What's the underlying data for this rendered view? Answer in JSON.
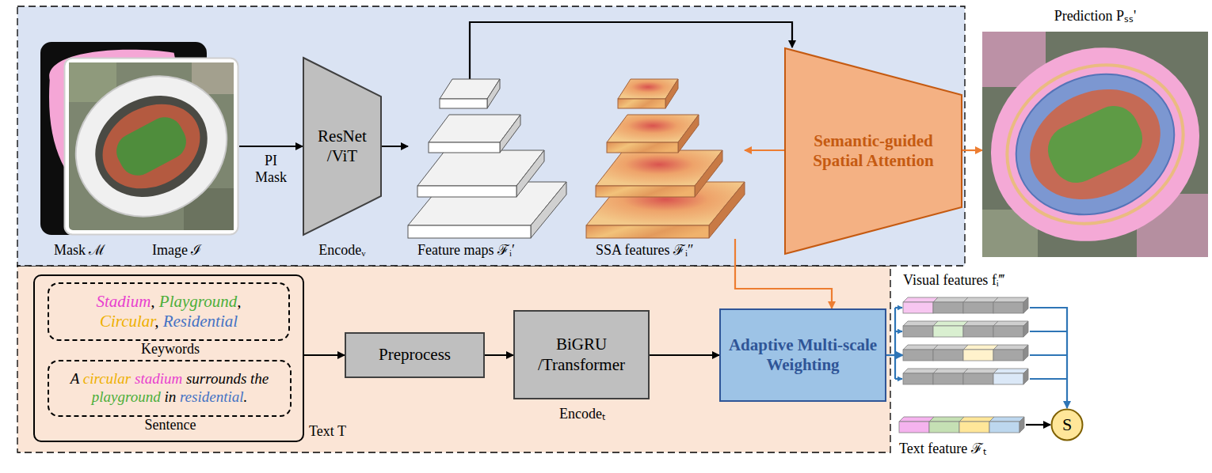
{
  "diagram": {
    "nodes": [
      {
        "text": [
          "Mask ℳ"
        ]
      },
      {
        "text": [
          "Image ℐ"
        ]
      },
      {
        "text": [
          "ResNet /ViT",
          "Encodeᵥ"
        ]
      },
      {
        "text": [
          "Feature maps ℱᵢ′"
        ]
      },
      {
        "text": [
          "SSA features ℱᵢ″"
        ]
      },
      {
        "text": [
          "Semantic-guided Spatial Attention"
        ]
      },
      {
        "text": [
          "Prediction Pₛₛ'"
        ]
      },
      {
        "text": [
          "Text T"
        ]
      },
      {
        "text": [
          "Stadium, Playground, Circular, Residential",
          "Keywords"
        ],
        "in": 7
      },
      {
        "text": [
          "A circular stadium surrounds the playground in residential.",
          "Sentence"
        ],
        "in": 7
      },
      {
        "text": [
          "Preprocess"
        ]
      },
      {
        "text": [
          "BiGRU /Transformer",
          "Encodeₜ"
        ]
      },
      {
        "text": [
          "Adaptive Multi-scale Weighting"
        ]
      },
      {
        "text": [
          "Visual features fᵢ‴"
        ]
      },
      {
        "text": [
          "Text feature ℱₜ"
        ]
      },
      {
        "text": [
          "S"
        ]
      }
    ],
    "edges": [
      {
        "from": 1,
        "to": 2,
        "label": "PI Mask",
        "arrow": "to"
      },
      {
        "from": 2,
        "to": 3,
        "arrow": "to"
      },
      {
        "from": 3,
        "to": 5,
        "arrow": "to"
      },
      {
        "from": 5,
        "to": 4,
        "arrow": "to"
      },
      {
        "from": 5,
        "to": 6,
        "arrow": "to"
      },
      {
        "from": 4,
        "to": 12,
        "arrow": "to"
      },
      {
        "from": 7,
        "to": 10,
        "arrow": "to"
      },
      {
        "from": 10,
        "to": 11,
        "arrow": "to"
      },
      {
        "from": 11,
        "to": 12,
        "arrow": "to"
      },
      {
        "from": 12,
        "to": 13,
        "arrow": "to"
      },
      {
        "from": 13,
        "to": 15,
        "arrow": "to"
      },
      {
        "from": 14,
        "to": 15,
        "arrow": "to"
      }
    ]
  }
}
